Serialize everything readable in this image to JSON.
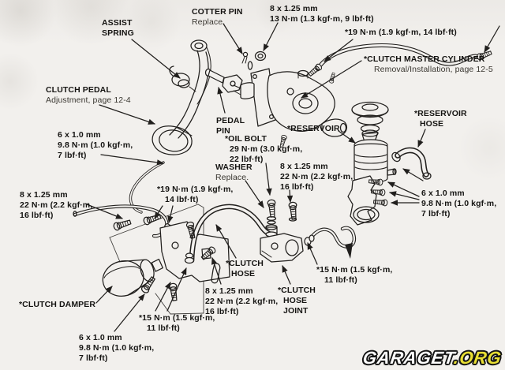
{
  "palette": {
    "background": "#f2f0ed",
    "ink": "#211f1d",
    "watermark_fill": "#ffffff",
    "watermark_accent": "#e9df33"
  },
  "watermark": {
    "site": "GARAGET",
    "tld": ".ORG"
  },
  "labels": {
    "assist_spring": {
      "lines": [
        "ASSIST",
        "SPRING"
      ]
    },
    "cotter_pin": {
      "lines": [
        "COTTER PIN"
      ],
      "note": "Replace."
    },
    "bolt_top": {
      "lines": [
        "8 x 1.25 mm",
        "13 N·m (1.3 kgf·m, 9 lbf·ft)"
      ]
    },
    "torque_19_top": {
      "lines": [
        "*19 N·m (1.9 kgf·m, 14 lbf·ft)"
      ]
    },
    "clutch_master_cylinder": {
      "lines": [
        "*CLUTCH MASTER CYLINDER"
      ],
      "note": "Removal/Installation, page 12-5"
    },
    "clutch_pedal": {
      "lines": [
        "CLUTCH PEDAL"
      ],
      "note": "Adjustment, page 12-4"
    },
    "pedal_pin": {
      "lines": [
        "PEDAL",
        "PIN"
      ]
    },
    "bolt_6x10_left": {
      "lines": [
        "6 x 1.0 mm",
        "9.8 N·m (1.0 kgf·m,",
        "7 lbf·ft)"
      ]
    },
    "oil_bolt": {
      "lines": [
        "*OIL BOLT",
        "29 N·m (3.0 kgf·m,",
        "22 lbf·ft)"
      ]
    },
    "reservoir": {
      "lines": [
        "*RESERVOIR"
      ]
    },
    "reservoir_hose": {
      "lines": [
        "*RESERVOIR",
        "HOSE"
      ]
    },
    "washer": {
      "lines": [
        "WASHER"
      ],
      "note": "Replace."
    },
    "bolt_8x125_mid": {
      "lines": [
        "8 x 1.25 mm",
        "22 N·m (2.2 kgf·m,",
        "16 lbf·ft)"
      ]
    },
    "bolt_8x125_left": {
      "lines": [
        "8 x 1.25 mm",
        "22 N·m (2.2 kgf·m,",
        "16 lbf·ft)"
      ]
    },
    "torque_19_mid": {
      "lines": [
        "*19 N·m (1.9 kgf·m,",
        "14 lbf·ft)"
      ]
    },
    "bolt_6x10_right": {
      "lines": [
        "6 x 1.0 mm",
        "9.8 N·m (1.0 kgf·m,",
        "7 lbf·ft)"
      ]
    },
    "clutch_hose": {
      "lines": [
        "*CLUTCH",
        "HOSE"
      ]
    },
    "torque_15_right": {
      "lines": [
        "*15 N·m (1.5 kgf·m,",
        "11 lbf·ft)"
      ]
    },
    "bolt_8x125_bottom": {
      "lines": [
        "8 x 1.25 mm",
        "22 N·m (2.2 kgf·m,",
        "16 lbf·ft)"
      ]
    },
    "clutch_hose_joint": {
      "lines": [
        "*CLUTCH",
        "HOSE",
        "JOINT"
      ]
    },
    "clutch_damper": {
      "lines": [
        "*CLUTCH DAMPER"
      ]
    },
    "torque_15_bottom": {
      "lines": [
        "*15 N·m (1.5 kgf·m,",
        "11 lbf·ft)"
      ]
    },
    "bolt_6x10_bottom": {
      "lines": [
        "6 x 1.0 mm",
        "9.8 N·m (1.0 kgf·m,",
        "7 lbf·ft)"
      ]
    }
  }
}
